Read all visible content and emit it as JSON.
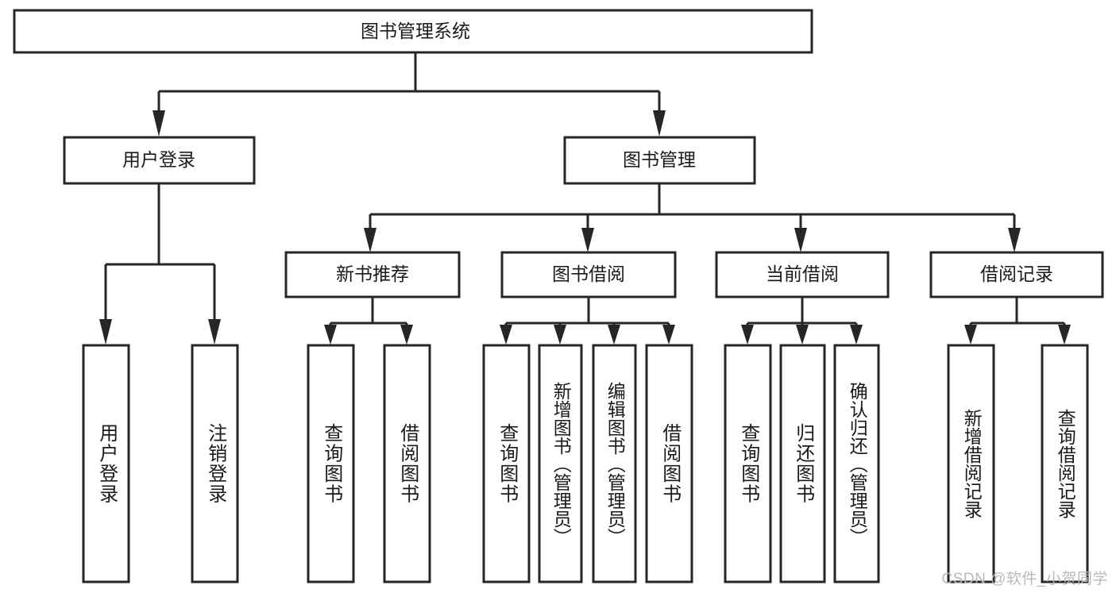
{
  "diagram": {
    "type": "tree",
    "title": "图书管理系统",
    "orientation": "top-down",
    "colors": {
      "background": "#ffffff",
      "node_fill": "#ffffff",
      "node_stroke": "#262626",
      "text": "#1a1a1a",
      "watermark": "#b9b9b9"
    },
    "root": {
      "label": "图书管理系统"
    },
    "level1": [
      {
        "label": "用户登录"
      },
      {
        "label": "图书管理"
      }
    ],
    "level2": [
      {
        "label": "新书推荐"
      },
      {
        "label": "图书借阅"
      },
      {
        "label": "当前借阅"
      },
      {
        "label": "借阅记录"
      }
    ],
    "leaves": {
      "user_login": [
        {
          "label": "用户登录"
        },
        {
          "label": "注销登录"
        }
      ],
      "new_book_recommend": [
        {
          "label": "查询图书"
        },
        {
          "label": "借阅图书"
        }
      ],
      "book_borrow": [
        {
          "label": "查询图书"
        },
        {
          "label": "新增图书（管理员）"
        },
        {
          "label": "编辑图书（管理员）"
        },
        {
          "label": "借阅图书"
        }
      ],
      "current_borrow": [
        {
          "label": "查询图书"
        },
        {
          "label": "归还图书"
        },
        {
          "label": "确认归还（管理员）"
        }
      ],
      "borrow_record": [
        {
          "label": "新增借阅记录"
        },
        {
          "label": "查询借阅记录"
        }
      ]
    }
  },
  "watermark": {
    "text": "CSDN @软件_小贺同学"
  }
}
